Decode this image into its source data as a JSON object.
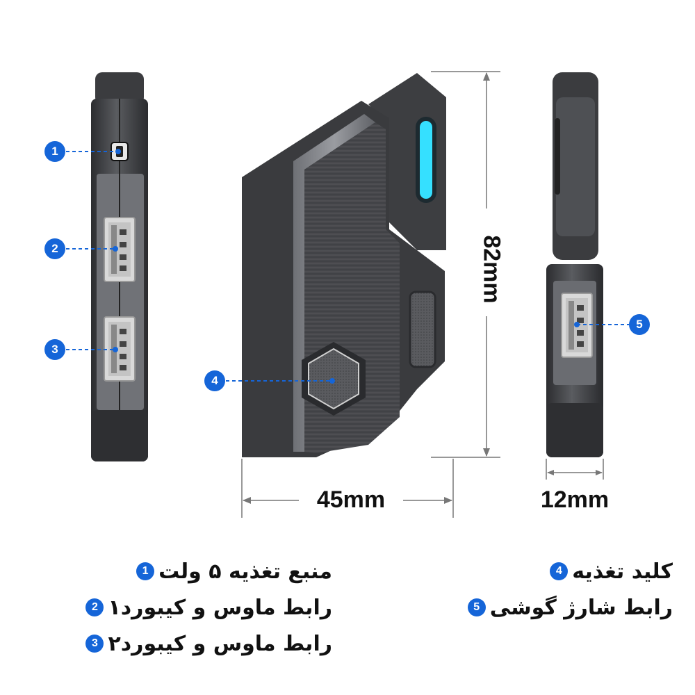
{
  "callouts": [
    "1",
    "2",
    "3",
    "4",
    "5"
  ],
  "dimensions": {
    "height": "82mm",
    "width": "45mm",
    "depth": "12mm"
  },
  "legend": {
    "left": [
      {
        "num": "1",
        "text": "منبع تغذیه ۵ ولت"
      },
      {
        "num": "2",
        "text": "رابط ماوس و کیبورد۱"
      },
      {
        "num": "3",
        "text": "رابط ماوس و کیبورد۲"
      }
    ],
    "right": [
      {
        "num": "4",
        "text": "کلید تغذیه"
      },
      {
        "num": "5",
        "text": "رابط شارژ گوشی"
      }
    ]
  },
  "colors": {
    "callout": "#1565d8",
    "led": "#35e0ff",
    "body_dark": "#3a3b3e",
    "body_mid": "#5c5e62",
    "panel_texture": "#4a4b4e"
  },
  "icons": [
    "usb-c-port-icon",
    "usb-a-port-icon",
    "fan-vent-icon",
    "led-strip-icon"
  ]
}
